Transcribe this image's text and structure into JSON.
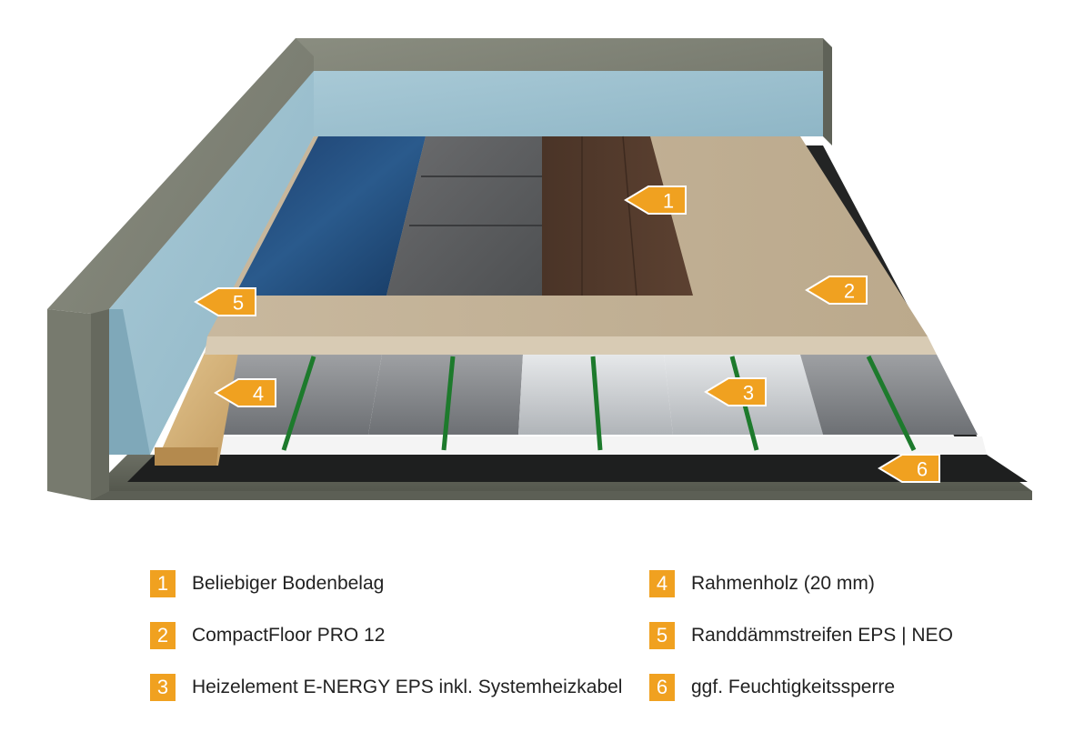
{
  "accent_color": "#f0a120",
  "callouts": [
    "1",
    "2",
    "3",
    "4",
    "5",
    "6"
  ],
  "legend": {
    "items": [
      {
        "number": "1",
        "label": "Beliebiger Bodenbelag"
      },
      {
        "number": "2",
        "label": "CompactFloor PRO 12"
      },
      {
        "number": "3",
        "label": "Heizelement E-NERGY EPS inkl. Systemheizkabel"
      },
      {
        "number": "4",
        "label": "Rahmenholz (20 mm)"
      },
      {
        "number": "5",
        "label": "Randdämmstreifen EPS | NEO"
      },
      {
        "number": "6",
        "label": "ggf. Feuchtigkeitssperre"
      }
    ]
  }
}
